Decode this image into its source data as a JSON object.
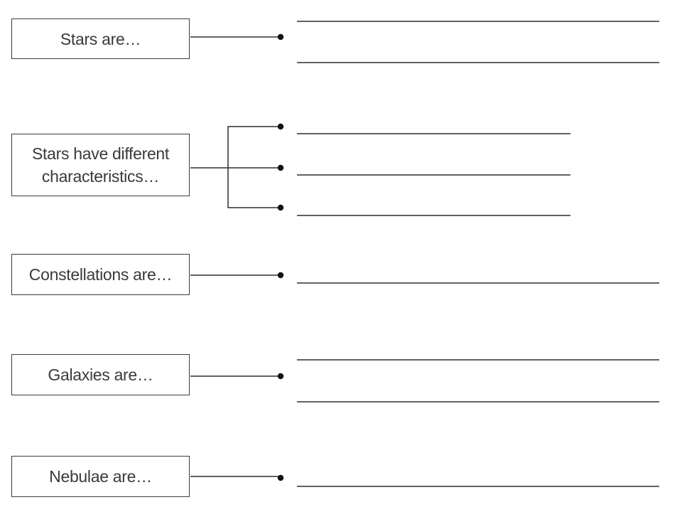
{
  "worksheet": {
    "prompts": [
      {
        "id": "stars",
        "lines": [
          "Stars are…"
        ]
      },
      {
        "id": "characteristics",
        "lines": [
          "Stars have different",
          "characteristics…"
        ]
      },
      {
        "id": "constellations",
        "lines": [
          "Constellations are…"
        ]
      },
      {
        "id": "galaxies",
        "lines": [
          "Galaxies are…"
        ]
      },
      {
        "id": "nebulae",
        "lines": [
          "Nebulae are…"
        ]
      }
    ],
    "answer_line_counts": {
      "stars": 2,
      "characteristics": 3,
      "constellations": 1,
      "galaxies": 2,
      "nebulae": 1
    }
  }
}
